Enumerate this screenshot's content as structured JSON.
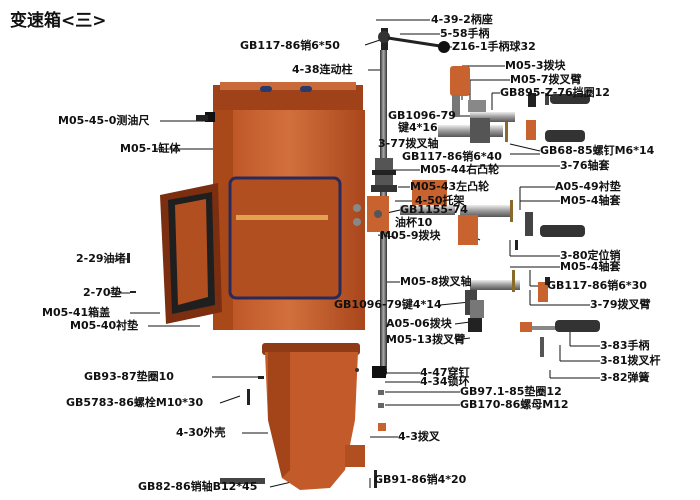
{
  "title": "变速箱<三>",
  "labels": {
    "l1": "4-39-2柄座",
    "l2": "5-58手柄",
    "l3": "GB117-86销6*50",
    "l4": "Z16-1手柄球32",
    "l5": "4-38连动柱",
    "l6": "M05-3拨块",
    "l7": "M05-7拨叉臂",
    "l8": "GB895-Z-76挡圈12",
    "l9": "M05-45-0测油尺",
    "l10": "GB1096-79",
    "l11": "键4*16",
    "l12": "3-77拨叉轴",
    "l13": "GB68-85螺钉M6*14",
    "l14": "M05-1缸体",
    "l15": "GB117-86销6*40",
    "l16": "3-76轴套",
    "l17": "M05-44右凸轮",
    "l18": "M05-43左凸轮",
    "l19": "A05-49衬垫",
    "l20": "4-50托架",
    "l21": "M05-4轴套",
    "l22": "GB1155-74",
    "l23": "油杯10",
    "l24": "M05-9拨块",
    "l25": "3-80定位销",
    "l26": "M05-4轴套",
    "l27": "2-29油堵",
    "l28": "M05-8拨叉轴",
    "l29": "GB117-86销6*30",
    "l30": "2-70垫",
    "l31": "GB1096-79键4*14",
    "l32": "3-79拨叉臂",
    "l33": "M05-41箱盖",
    "l34": "A05-06拨块",
    "l35": "M05-40衬垫",
    "l36": "M05-13拨叉臂",
    "l37": "3-83手柄",
    "l38": "3-81拨叉杆",
    "l39": "4-47穿钉",
    "l40": "GB93-87垫圈10",
    "l41": "4-34锁环",
    "l42": "3-82弹簧",
    "l43": "GB97.1-85垫圈12",
    "l44": "GB5783-86螺栓M10*30",
    "l45": "GB170-86螺母M12",
    "l46": "4-30外壳",
    "l47": "4-3拨叉",
    "l48": "GB82-86销轴B12*45",
    "l49": "GB91-86销4*20"
  },
  "colors": {
    "body": "#c8622f",
    "body_dark": "#8e3b16",
    "shell": "#c25a2a",
    "metal": "#9a9a9a",
    "dark": "#222222",
    "line": "#111111"
  }
}
